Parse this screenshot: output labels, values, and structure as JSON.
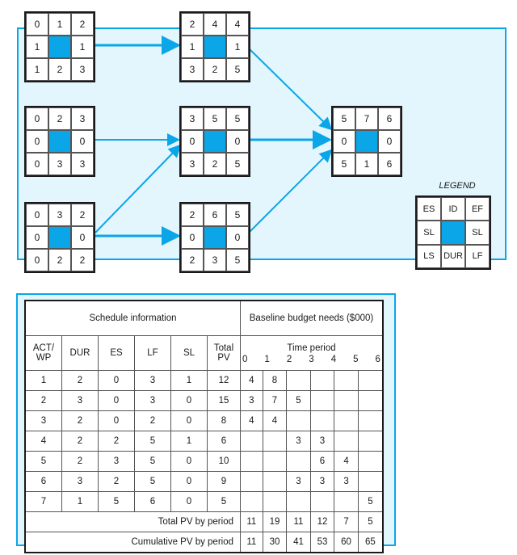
{
  "legend": {
    "title": "LEGEND",
    "cells": [
      "ES",
      "ID",
      "EF",
      "SL",
      "",
      "SL",
      "LS",
      "DUR",
      "LF"
    ]
  },
  "nodes": [
    {
      "id": "1",
      "cells": [
        "0",
        "1",
        "2",
        "1",
        "",
        "1",
        "1",
        "2",
        "3"
      ]
    },
    {
      "id": "2",
      "cells": [
        "0",
        "2",
        "3",
        "0",
        "",
        "0",
        "0",
        "3",
        "3"
      ]
    },
    {
      "id": "3",
      "cells": [
        "0",
        "3",
        "2",
        "0",
        "",
        "0",
        "0",
        "2",
        "2"
      ]
    },
    {
      "id": "4",
      "cells": [
        "2",
        "4",
        "4",
        "1",
        "",
        "1",
        "3",
        "2",
        "5"
      ]
    },
    {
      "id": "5",
      "cells": [
        "3",
        "5",
        "5",
        "0",
        "",
        "0",
        "3",
        "2",
        "5"
      ]
    },
    {
      "id": "6",
      "cells": [
        "2",
        "6",
        "5",
        "0",
        "",
        "0",
        "2",
        "3",
        "5"
      ]
    },
    {
      "id": "7",
      "cells": [
        "5",
        "7",
        "6",
        "0",
        "",
        "0",
        "5",
        "1",
        "6"
      ]
    }
  ],
  "table": {
    "schedule_header": "Schedule information",
    "budget_header": "Baseline budget needs ($000)",
    "columns": [
      "ACT/ WP",
      "DUR",
      "ES",
      "LF",
      "SL",
      "Total PV"
    ],
    "time_period_label": "Time period",
    "time_ticks": [
      "0",
      "1",
      "2",
      "3",
      "4",
      "5",
      "6"
    ],
    "rows": [
      {
        "act": "1",
        "dur": "2",
        "es": "0",
        "lf": "3",
        "sl": "1",
        "pv": "12",
        "p": [
          "4",
          "8",
          "",
          "",
          "",
          ""
        ]
      },
      {
        "act": "2",
        "dur": "3",
        "es": "0",
        "lf": "3",
        "sl": "0",
        "pv": "15",
        "p": [
          "3",
          "7",
          "5",
          "",
          "",
          ""
        ]
      },
      {
        "act": "3",
        "dur": "2",
        "es": "0",
        "lf": "2",
        "sl": "0",
        "pv": "8",
        "p": [
          "4",
          "4",
          "",
          "",
          "",
          ""
        ]
      },
      {
        "act": "4",
        "dur": "2",
        "es": "2",
        "lf": "5",
        "sl": "1",
        "pv": "6",
        "p": [
          "",
          "",
          "3",
          "3",
          "",
          ""
        ]
      },
      {
        "act": "5",
        "dur": "2",
        "es": "3",
        "lf": "5",
        "sl": "0",
        "pv": "10",
        "p": [
          "",
          "",
          "",
          "6",
          "4",
          ""
        ]
      },
      {
        "act": "6",
        "dur": "3",
        "es": "2",
        "lf": "5",
        "sl": "0",
        "pv": "9",
        "p": [
          "",
          "",
          "3",
          "3",
          "3",
          ""
        ]
      },
      {
        "act": "7",
        "dur": "1",
        "es": "5",
        "lf": "6",
        "sl": "0",
        "pv": "5",
        "p": [
          "",
          "",
          "",
          "",
          "",
          "5"
        ]
      }
    ],
    "total_label": "Total PV by period",
    "total_values": [
      "11",
      "19",
      "11",
      "12",
      "7",
      "5"
    ],
    "cumulative_label": "Cumulative PV by period",
    "cumulative_values": [
      "11",
      "30",
      "41",
      "53",
      "60",
      "65"
    ]
  },
  "colors": {
    "accent": "#0aa6e8",
    "panel": "#e3f6fd"
  }
}
